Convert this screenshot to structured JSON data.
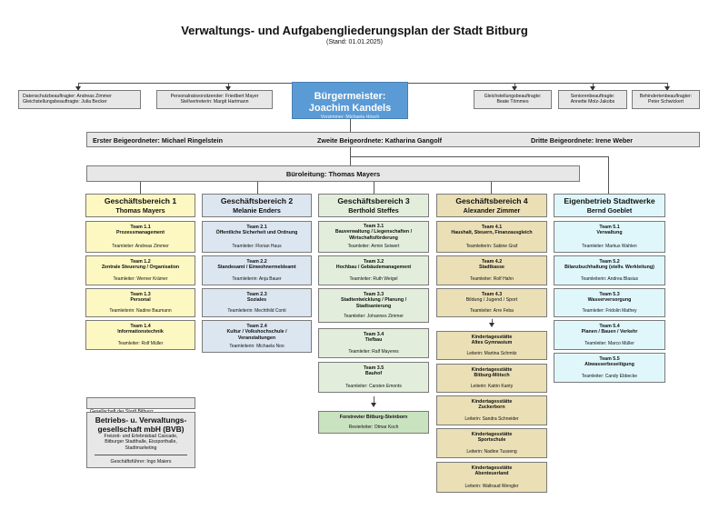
{
  "title": "Verwaltungs- und Aufgabengliederungsplan der Stadt Bitburg",
  "subtitle": "(Stand: 01.01.2025)",
  "mayor": {
    "name": "Bürgermeister: Joachim Kandels",
    "deputy": "Vorzimmer: Michaela Hösch"
  },
  "left_boxes": [
    {
      "lines": [
        "Datenschutzbeauftragter:   Andreas Zimmer",
        "Gleichstellungsbeauftragte: Julia Becker"
      ]
    },
    {
      "lines": [
        "Personalratsvorsitzender: Friedbert Mayer",
        "Stellvertreterin: Margit Hartmann"
      ]
    }
  ],
  "right_boxes": [
    {
      "lines": [
        "Gleichstellungsbeauftragte:",
        "Beate Tömmes"
      ]
    },
    {
      "lines": [
        "Seniorenbeauftragte:",
        "Annette Molz-Jakobs"
      ]
    },
    {
      "lines": [
        "Behindertenbeauftragter:",
        "Peter Schwickert"
      ]
    }
  ],
  "beigeordnete": {
    "first": "Erster Beigeordneter: Michael Ringelstein",
    "second": "Zweite Beigeordnete: Katharina Gangolf",
    "third": "Dritte Beigeordnete: Irene Weber"
  },
  "bueroleitung": "Büroleitung: Thomas Mayers",
  "gb1": {
    "header": [
      "Geschäftsbereich 1",
      "Thomas Mayers"
    ],
    "teams": [
      {
        "name": [
          "Team 1.1",
          "Prozessmanagement"
        ],
        "lead": "Teamleiter: Andreas Zimmer"
      },
      {
        "name": [
          "Team 1.2",
          "Zentrale Steuerung / Organisation"
        ],
        "lead": "Teamleiter: Werner Krämer"
      },
      {
        "name": [
          "Team 1.3",
          "Personal"
        ],
        "lead": "Teamleiterin: Nadine Baumann"
      },
      {
        "name": [
          "Team 1.4",
          "Informationstechnik"
        ],
        "lead": "Teamleiter: Rolf Müller"
      }
    ]
  },
  "gb2": {
    "header": [
      "Geschäftsbereich 2",
      "Melanie Enders"
    ],
    "teams": [
      {
        "name": [
          "Team 2.1",
          "Öffentliche Sicherheit und Ordnung"
        ],
        "lead": "Teamleiter: Florian Haus"
      },
      {
        "name": [
          "Team 2.2",
          "Standesamt / Einwohnermeldeamt"
        ],
        "lead": "Teamleiterin: Anja Bauer"
      },
      {
        "name": [
          "Team 2.3",
          "Soziales"
        ],
        "lead": "Teamleiterin: Mechthild Conti"
      },
      {
        "name": [
          "Team 2.4",
          "Kultur / Volkshochschule /",
          "Veranstaltungen"
        ],
        "lead": "Teamleiterin: Michaela Noo"
      }
    ]
  },
  "gb3": {
    "header": [
      "Geschäftsbereich 3",
      "Berthold Steffes"
    ],
    "teams": [
      {
        "name": [
          "Team 3.1",
          "Bauverwaltung / Liegenschaften /",
          "Wirtschaftsförderung"
        ],
        "lead": "Teamleiter: Armin Seiwert"
      },
      {
        "name": [
          "Team 3.2",
          "Hochbau / Gebäudemanagement"
        ],
        "lead": "Teamleiter: Ruth Weigel"
      },
      {
        "name": [
          "Team 3.3",
          "Stadtentwicklung / Planung /",
          "Stadtsanierung"
        ],
        "lead": "Teamleiter: Johannes Zimmer"
      },
      {
        "name": [
          "Team 3.4",
          "Tiefbau"
        ],
        "lead": "Teamleiter: Ralf Mayeres"
      },
      {
        "name": [
          "Team 3.5",
          "Bauhof"
        ],
        "lead": "Teamleiter: Carsten Emonts"
      }
    ],
    "forst": {
      "name": "Forstrevier Bitburg-Steinborn",
      "lead": "Revierleiter: Otmar Koch"
    }
  },
  "gb4": {
    "header": [
      "Geschäftsbereich 4",
      "Alexander Zimmer"
    ],
    "teams": [
      {
        "name": [
          "Team 4.1",
          "Haushalt, Steuern, Finanzausgleich"
        ],
        "lead": "Teamleiterin: Sabine Graf"
      },
      {
        "name": [
          "Team 4.2",
          "Stadtkasse"
        ],
        "lead": "Teamleiter: Rolf Hahn"
      },
      {
        "name": [
          "Team 4.3",
          "Bildung / Jugend / Sport"
        ],
        "lead": "Teamleiter: Arre Feba"
      }
    ],
    "kitas": [
      {
        "name": [
          "Kindertagesstätte",
          "Altes Gymnasium"
        ],
        "lead": "Leiterin: Martina Schmitz"
      },
      {
        "name": [
          "Kindertagesstätte",
          "Bitburg-Mötsch"
        ],
        "lead": "Leiterin: Katrin Kanty"
      },
      {
        "name": [
          "Kindertagesstätte",
          "Zuckerborn"
        ],
        "lead": "Leiterin: Sandra Schneider"
      },
      {
        "name": [
          "Kindertagesstätte",
          "Sportschule"
        ],
        "lead": "Leiterin: Nadine Tusseng"
      },
      {
        "name": [
          "Kindertagesstätte",
          "Abenteuerland"
        ],
        "lead": "Leiterin: Waltraud Wengler"
      }
    ]
  },
  "stadtwerke": {
    "header": [
      "Eigenbetrieb Stadtwerke",
      "Bernd Goeblet"
    ],
    "teams": [
      {
        "name": [
          "Team 5.1",
          "Verwaltung"
        ],
        "lead": "Teamleiter: Markus Wahlen"
      },
      {
        "name": [
          "Team 5.2",
          "Bilanzbuchhaltung (stellv. Werkleitung)"
        ],
        "lead": "Teamleiterin: Andrea Blasius"
      },
      {
        "name": [
          "Team 5.3",
          "Wasserversorgung"
        ],
        "lead": "Teamleiter: Fridolin Mathey"
      },
      {
        "name": [
          "Team 5.4",
          "Planen / Bauen / Verkehr"
        ],
        "lead": "Teamleiter: Marco Müller"
      },
      {
        "name": [
          "Team 5.5",
          "Abwasserbeseitigung"
        ],
        "lead": "Teamleiter: Candy Ebbecke"
      }
    ]
  },
  "bvb": {
    "label": "Gesellschaft der Stadt Bitburg:",
    "name": [
      "Betriebs- u. Verwaltungs-",
      "gesellschaft mbH (BVB)"
    ],
    "desc": [
      "Freizeit- und Erlebnisbad Cascade,",
      "Bitburger Stadthalle, Eissporthalle,",
      "Stadtmarketing"
    ],
    "lead": "Geschäftsführer: Ingo Maiers"
  }
}
